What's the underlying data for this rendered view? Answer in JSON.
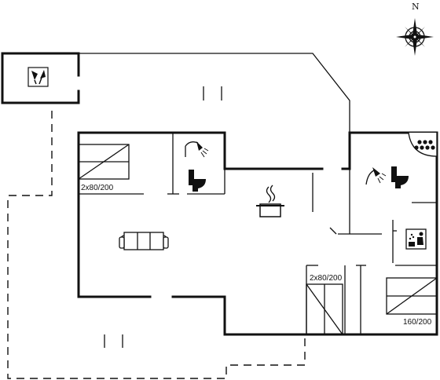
{
  "compass": {
    "north_label": "N",
    "icon": "compass-rose-icon"
  },
  "rooms": {
    "bedroom_left": {
      "bed_label": "2x80/200",
      "icon": "twin-bed-icon"
    },
    "bedroom_middle": {
      "bed_label": "2x80/200",
      "icon": "twin-bed-icon"
    },
    "bedroom_right": {
      "bed_label": "160/200",
      "icon": "double-bed-icon"
    },
    "bathroom_1": {
      "icons": [
        "shower-icon",
        "toilet-icon"
      ]
    },
    "bathroom_2": {
      "icons": [
        "shower-icon",
        "toilet-icon",
        "whirlpool-icon",
        "sauna-icon"
      ]
    },
    "kitchen": {
      "icon": "cooking-pot-icon"
    },
    "living_room": {
      "icon": "sofa-icon"
    },
    "annex": {
      "icon": "wine-glasses-icon"
    }
  }
}
